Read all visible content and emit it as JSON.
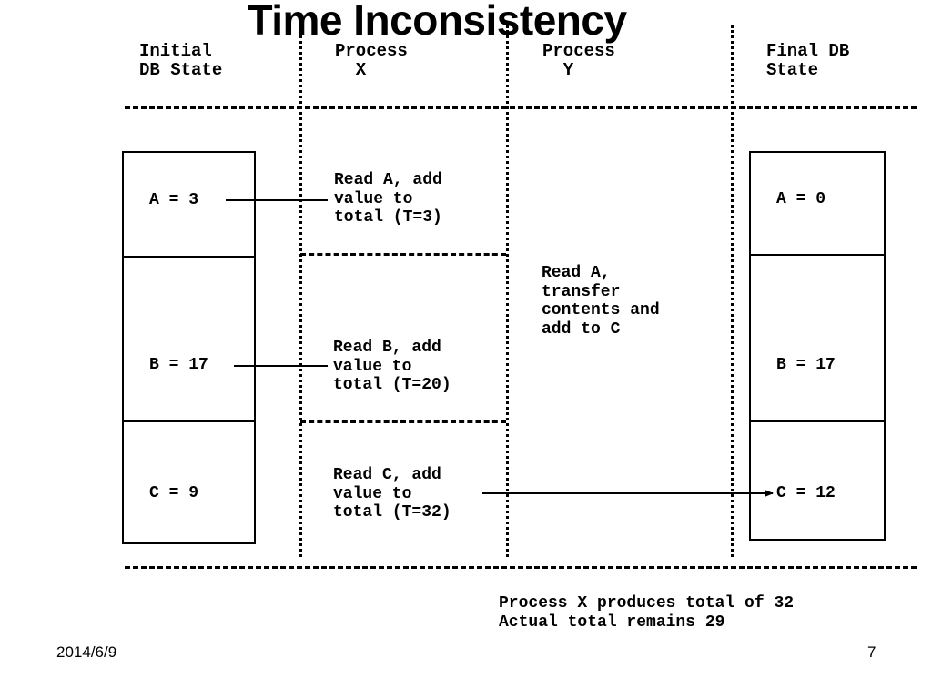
{
  "slide": {
    "title": "Time Inconsistency",
    "headers": {
      "initial": "Initial\nDB State",
      "process_x": "Process\n  X",
      "process_y": "Process\n  Y",
      "final": "Final DB\nState"
    },
    "initial_state": {
      "a": "A = 3",
      "b": "B = 17",
      "c": "C = 9"
    },
    "process_x_steps": {
      "step1": "Read A, add\nvalue to\ntotal (T=3)",
      "step2": "Read B, add\nvalue to\ntotal (T=20)",
      "step3": "Read C, add\nvalue to\ntotal (T=32)"
    },
    "process_y_step": "Read A,\ntransfer\ncontents and\nadd to C",
    "final_state": {
      "a": "A = 0",
      "b": "B = 17",
      "c": "C = 12"
    },
    "summary": "Process X produces total of 32\nActual total remains 29",
    "footer": {
      "date": "2014/6/9",
      "page": "7"
    }
  }
}
